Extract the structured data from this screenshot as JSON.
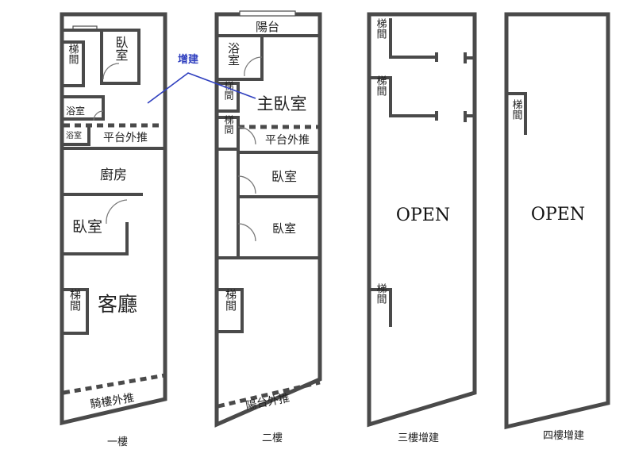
{
  "floors": [
    {
      "caption": "一樓",
      "rooms": {
        "bedroom_top": "臥室",
        "stair_top": "梯間",
        "bath1": "浴室",
        "bath2": "浴室",
        "platform": "平台外推",
        "kitchen": "廚房",
        "bedroom_mid": "臥室",
        "stair_bottom": "梯間",
        "living": "客廳",
        "arcade": "騎樓外推"
      }
    },
    {
      "caption": "二樓",
      "rooms": {
        "balcony": "陽台",
        "bath": "浴室",
        "stair_a": "梯間",
        "master": "主臥室",
        "stair_b": "梯間",
        "platform": "平台外推",
        "bedroom_a": "臥室",
        "bedroom_b": "臥室",
        "stair_c": "梯間",
        "balcony_ext": "陽台外推"
      }
    },
    {
      "caption": "三樓增建",
      "rooms": {
        "stair_a": "梯間",
        "stair_b": "梯間",
        "open": "OPEN",
        "stair_c": "梯間"
      }
    },
    {
      "caption": "四樓增建",
      "rooms": {
        "stair": "梯間",
        "open": "OPEN"
      }
    }
  ],
  "annotation": {
    "label": "增建",
    "color": "#2f3fbf"
  }
}
